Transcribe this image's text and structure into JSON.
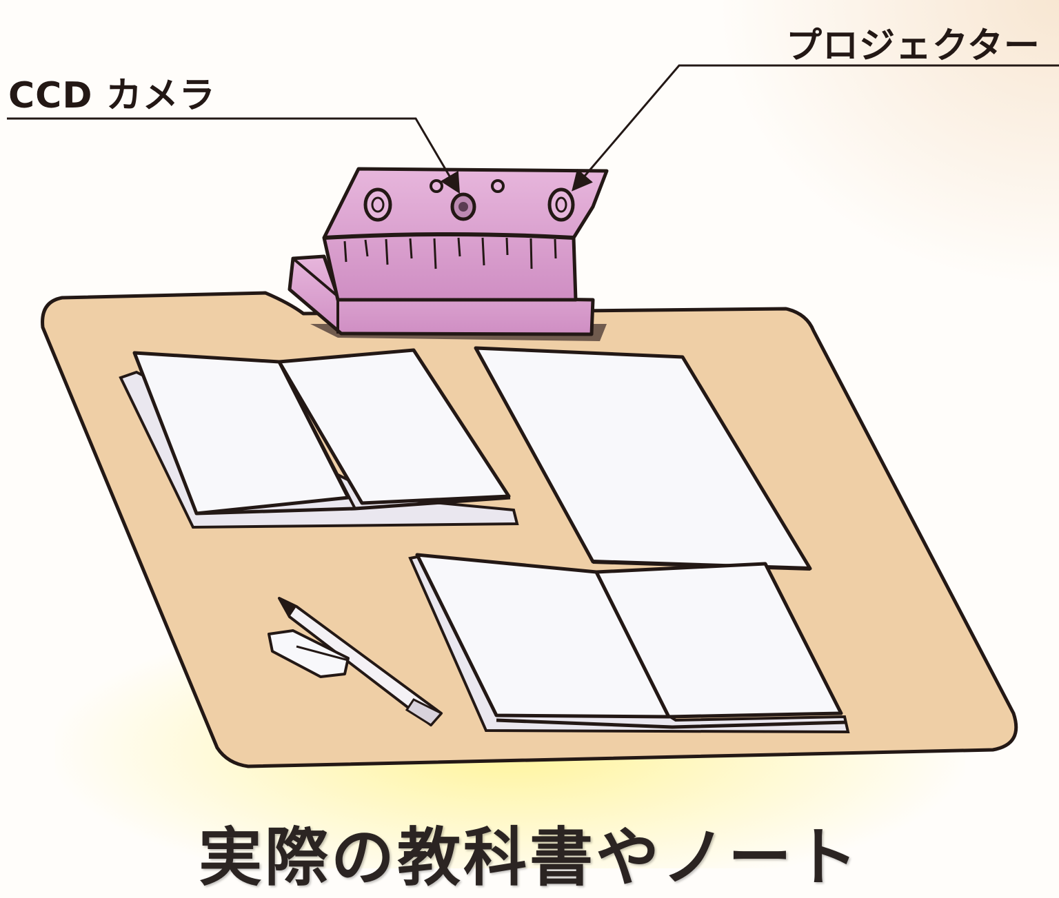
{
  "labels": {
    "ccd_camera": "CCD カメラ",
    "projector": "プロジェクター"
  },
  "caption": "実際の教科書やノート",
  "colors": {
    "desk": "#efcfa6",
    "device": "#d9a0cc",
    "ink": "#231815",
    "paper": "#f8f8fb",
    "glow": "#fff39a"
  }
}
